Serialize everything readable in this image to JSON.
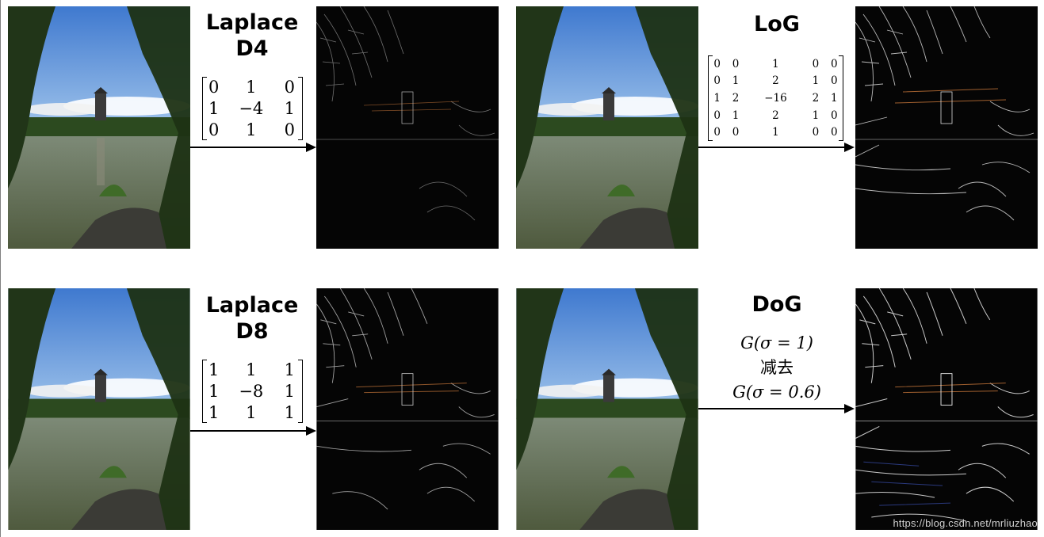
{
  "rows": [
    {
      "left": {
        "title_lines": [
          "Laplace",
          "D4"
        ],
        "matrix": [
          [
            "0",
            "1",
            "0"
          ],
          [
            "1",
            "−4",
            "1"
          ],
          [
            "0",
            "1",
            "0"
          ]
        ]
      },
      "right": {
        "title_lines": [
          "LoG"
        ],
        "matrix": [
          [
            "0",
            "0",
            "1",
            "0",
            "0"
          ],
          [
            "0",
            "1",
            "2",
            "1",
            "0"
          ],
          [
            "1",
            "2",
            "−16",
            "2",
            "1"
          ],
          [
            "0",
            "1",
            "2",
            "1",
            "0"
          ],
          [
            "0",
            "0",
            "1",
            "0",
            "0"
          ]
        ]
      }
    },
    {
      "left": {
        "title_lines": [
          "Laplace",
          "D8"
        ],
        "matrix": [
          [
            "1",
            "1",
            "1"
          ],
          [
            "1",
            "−8",
            "1"
          ],
          [
            "1",
            "1",
            "1"
          ]
        ]
      },
      "right": {
        "title_lines": [
          "DoG"
        ],
        "formula_lines": [
          "G(σ = 1)",
          "减去",
          "G(σ = 0.6)"
        ]
      }
    }
  ],
  "watermark": "https://blog.csdn.net/mrliuzhao",
  "colors": {
    "sky": "#5a8ed6",
    "water": "#6f7a5c",
    "tree": "#1f3518",
    "edge_bg": "#050505",
    "edge_line": "#cfcfcf",
    "edge_warm": "#c8773a"
  }
}
